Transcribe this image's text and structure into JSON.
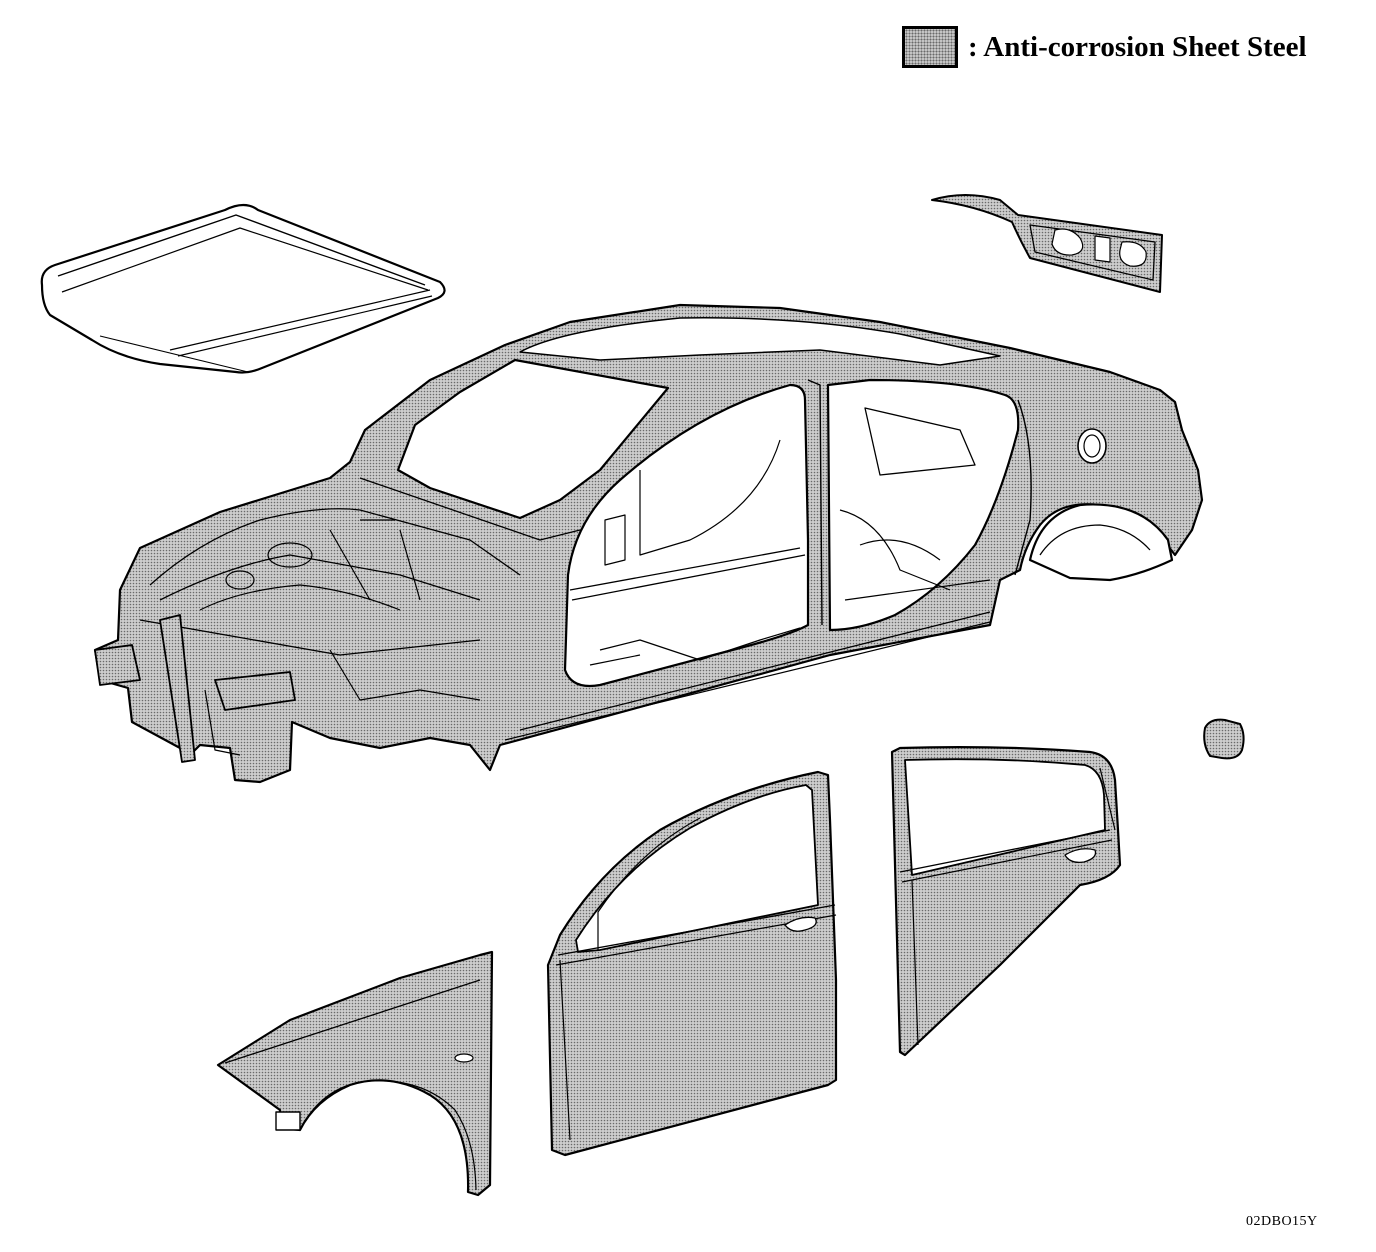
{
  "legend": {
    "label": ": Anti-corrosion Sheet Steel",
    "swatch_color": "#c9c9c9",
    "swatch_pattern": "stipple"
  },
  "figure_code": "02DBO15Y",
  "parts": [
    "hood",
    "trunk-lid",
    "body-shell",
    "fuel-filler-door",
    "front-fender",
    "front-door",
    "rear-door"
  ],
  "colors": {
    "line": "#000000",
    "fill_treated": "#c9c9c9",
    "fill_untreated": "#ffffff"
  }
}
